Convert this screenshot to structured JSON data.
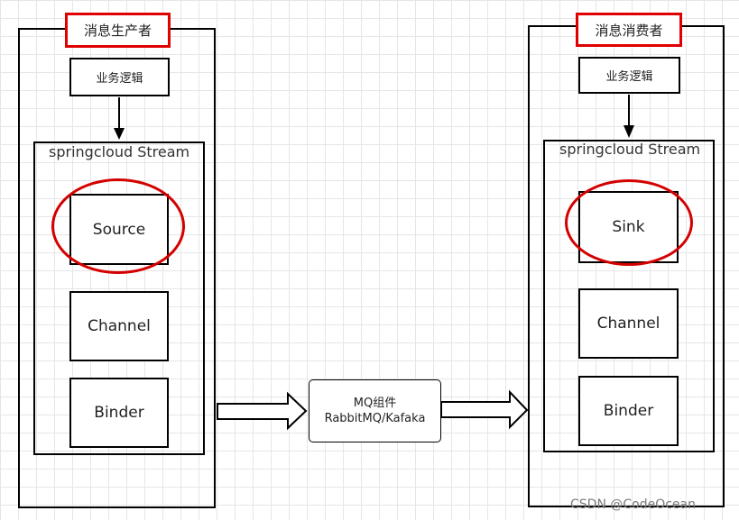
{
  "producer": {
    "title": "消息生产者",
    "business_logic": "业务逻辑",
    "stream_title": "springcloud Stream",
    "components": [
      "Source",
      "Channel",
      "Binder"
    ]
  },
  "consumer": {
    "title": "消息消费者",
    "business_logic": "业务逻辑",
    "stream_title": "springcloud Stream",
    "components": [
      "Sink",
      "Channel",
      "Binder"
    ]
  },
  "mq": {
    "line1": "MQ组件",
    "line2": "RabbitMQ/Kafaka"
  },
  "watermark": "CSDN @CodeOcean",
  "colors": {
    "highlight_red": "#e00000",
    "stroke": "#000000",
    "grid": "#e6e6e6"
  }
}
